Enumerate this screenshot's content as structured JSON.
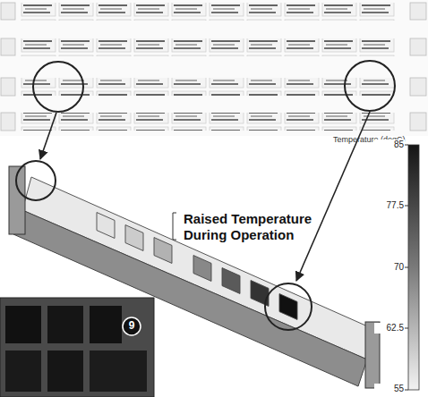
{
  "diagram": {
    "labels": [
      "Raised Temperature During Operation",
      "Temperature (degC)",
      "85",
      "77.5",
      "70",
      "62.5",
      "55",
      "9"
    ]
  }
}
